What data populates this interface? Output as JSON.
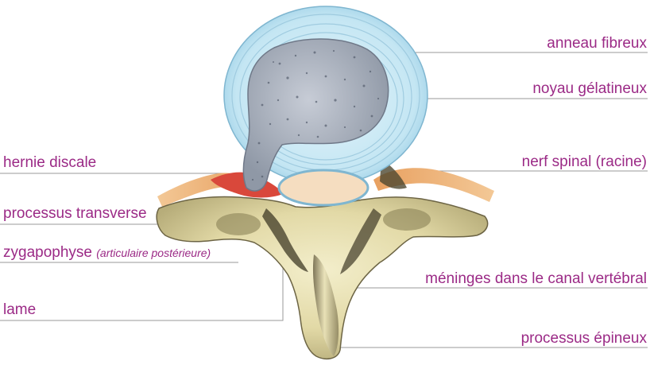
{
  "labels": {
    "annulus": "anneau fibreux",
    "nucleus": "noyau gélatineux",
    "nerve": "nerf spinal (racine)",
    "meninges": "méninges dans le canal vertébral",
    "spinous": "processus épineux",
    "hernia": "hernie discale",
    "transverse": "processus transverse",
    "zygapophysis": "zygapophyse",
    "zygapophysis_note": "(articulaire postérieure)",
    "lamina": "lame"
  },
  "colors": {
    "label_text": "#9b2a86",
    "leader_line": "#8a8a8a",
    "bone": "#e6dfb0",
    "bone_shadow": "#5e5638",
    "disc_ring": "#bfe3f2",
    "nucleus": "#aab3c0",
    "nerve": "#f2b57a",
    "hernia_red": "#d9483b",
    "meninges": "#f5ddc0"
  }
}
